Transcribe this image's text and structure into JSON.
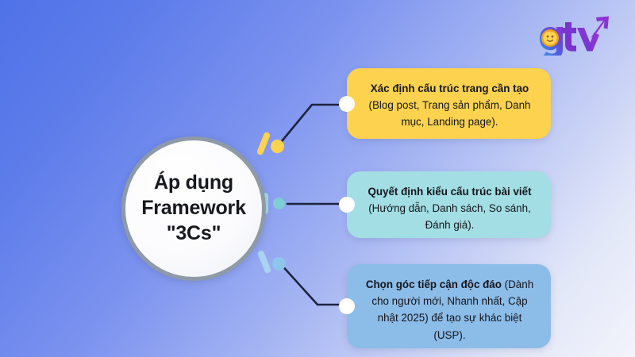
{
  "brand": {
    "logo_text": "gtv",
    "logo_colors": {
      "g_start": "#3b6fe0",
      "g_end": "#8b3fd4",
      "t_v": "#7a33cf",
      "arrow": "#7a33cf",
      "dot_outer": "#f5a623",
      "dot_inner": "#ffd24d"
    }
  },
  "hub": {
    "label": "Áp dụng\nFramework\n\"3Cs\"",
    "ring_color": "#8e9aa8",
    "face_color": "#ffffff"
  },
  "background": {
    "from": "#4f72e8",
    "to": "#f3f4fb"
  },
  "connector_color": "#1e2340",
  "cards": [
    {
      "id": "card-1",
      "color": "#fcd24e",
      "bold": "Xác định cấu trúc trang cần tạo",
      "rest": " (Blog post, Trang sản phẩm, Danh mục, Landing page)."
    },
    {
      "id": "card-2",
      "color": "#a2dee3",
      "bold": "Quyết định kiểu cấu trúc bài viết",
      "rest": " (Hướng dẫn, Danh sách, So sánh, Đánh giá)."
    },
    {
      "id": "card-3",
      "color": "#8cbce8",
      "bold": "Chọn góc tiếp cận độc đáo",
      "rest": " (Dành cho người mới, Nhanh nhất, Cập nhật 2025) để tạo sự khác biệt (USP)."
    }
  ]
}
